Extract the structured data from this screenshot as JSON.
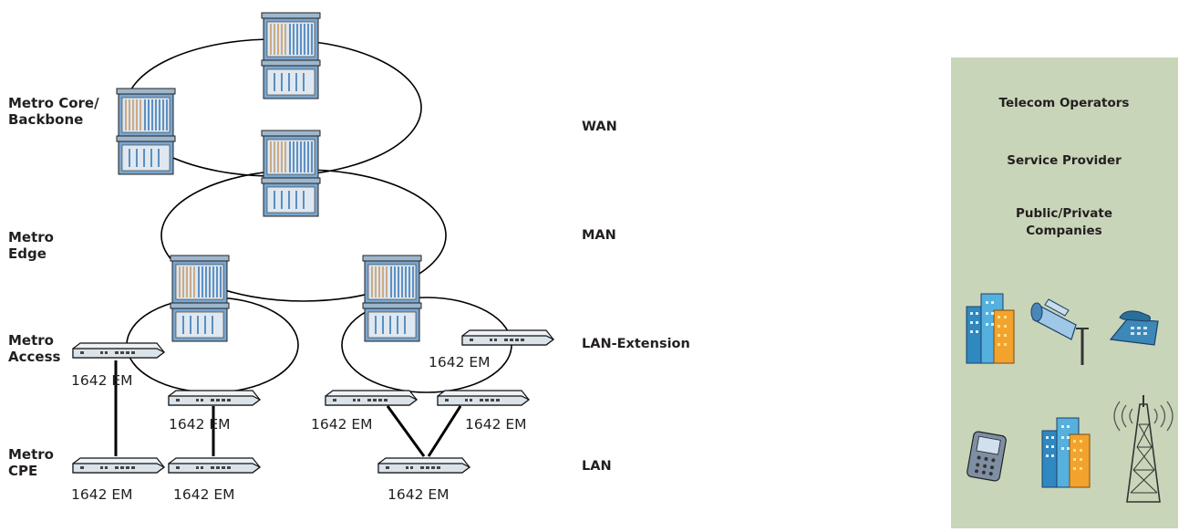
{
  "levels": {
    "core": [
      "Metro Core/",
      "Backbone"
    ],
    "edge": [
      "Metro",
      "Edge"
    ],
    "access": [
      "Metro",
      "Access"
    ],
    "cpe": [
      "Metro",
      "CPE"
    ]
  },
  "networks": {
    "wan": "WAN",
    "man": "MAN",
    "lan_extension": "LAN-Extension",
    "lan": "LAN"
  },
  "device_label": "1642 EM",
  "customers": {
    "telecom": "Telecom Operators",
    "service_provider": "Service Provider",
    "companies": [
      "Public/Private",
      "Companies"
    ]
  },
  "colors": {
    "panel": "#c8d5b9",
    "switch_frame": "#7a9fc0",
    "switch_front": "#e9eef4",
    "switch_blue": "#6a9ac8",
    "building_blue": "#3b9ac9",
    "building_orange": "#f0a030"
  },
  "icons": [
    "building-icon",
    "cctv-camera-icon",
    "desk-phone-icon",
    "pda-icon",
    "building-icon",
    "radio-tower-icon"
  ]
}
